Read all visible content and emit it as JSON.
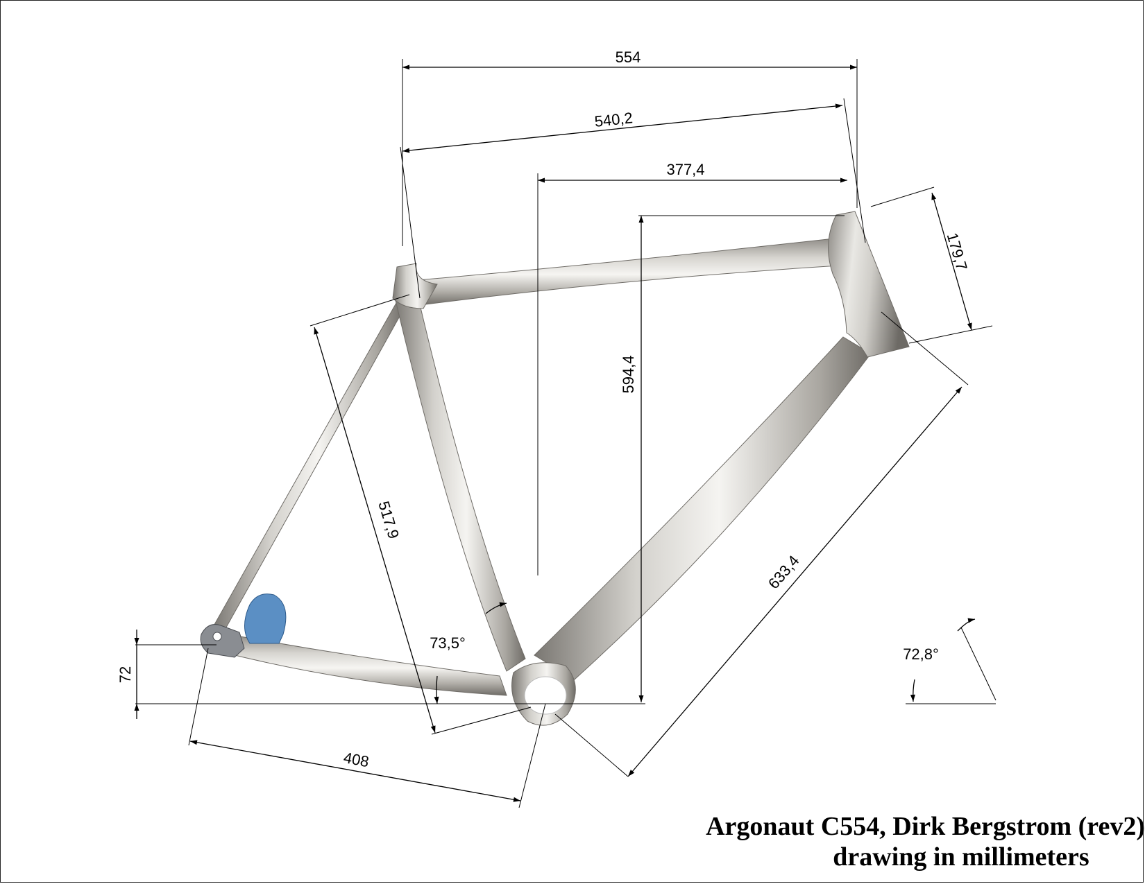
{
  "title": {
    "line1": "Argonaut C554, Dirk Bergstrom (rev2)",
    "line2": "drawing in millimeters"
  },
  "dimensions": {
    "effective_top_tube": "554",
    "actual_top_tube": "540,2",
    "reach": "377,4",
    "head_tube": "179,7",
    "stack": "594,4",
    "seat_tube": "517,9",
    "down_tube": "633,4",
    "seat_angle": "73,5°",
    "head_angle": "72,8°",
    "bb_drop": "72",
    "chainstay": "408"
  },
  "colors": {
    "frame_tube": "#c9c6c0",
    "frame_highlight": "#f4f3f0",
    "frame_shadow": "#7e7b76",
    "brake_mount": "#5b8fc4",
    "dropout": "#8a8d92"
  }
}
